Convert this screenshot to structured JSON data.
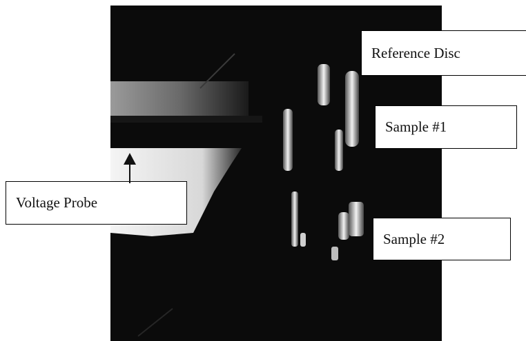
{
  "labels": {
    "reference_disc": "Reference Disc",
    "sample_1": "Sample #1",
    "voltage_probe": "Voltage Probe",
    "sample_2": "Sample #2"
  },
  "photo": {
    "background": "#0b0b0b",
    "probe_plate_color": "#e9e9e9"
  }
}
